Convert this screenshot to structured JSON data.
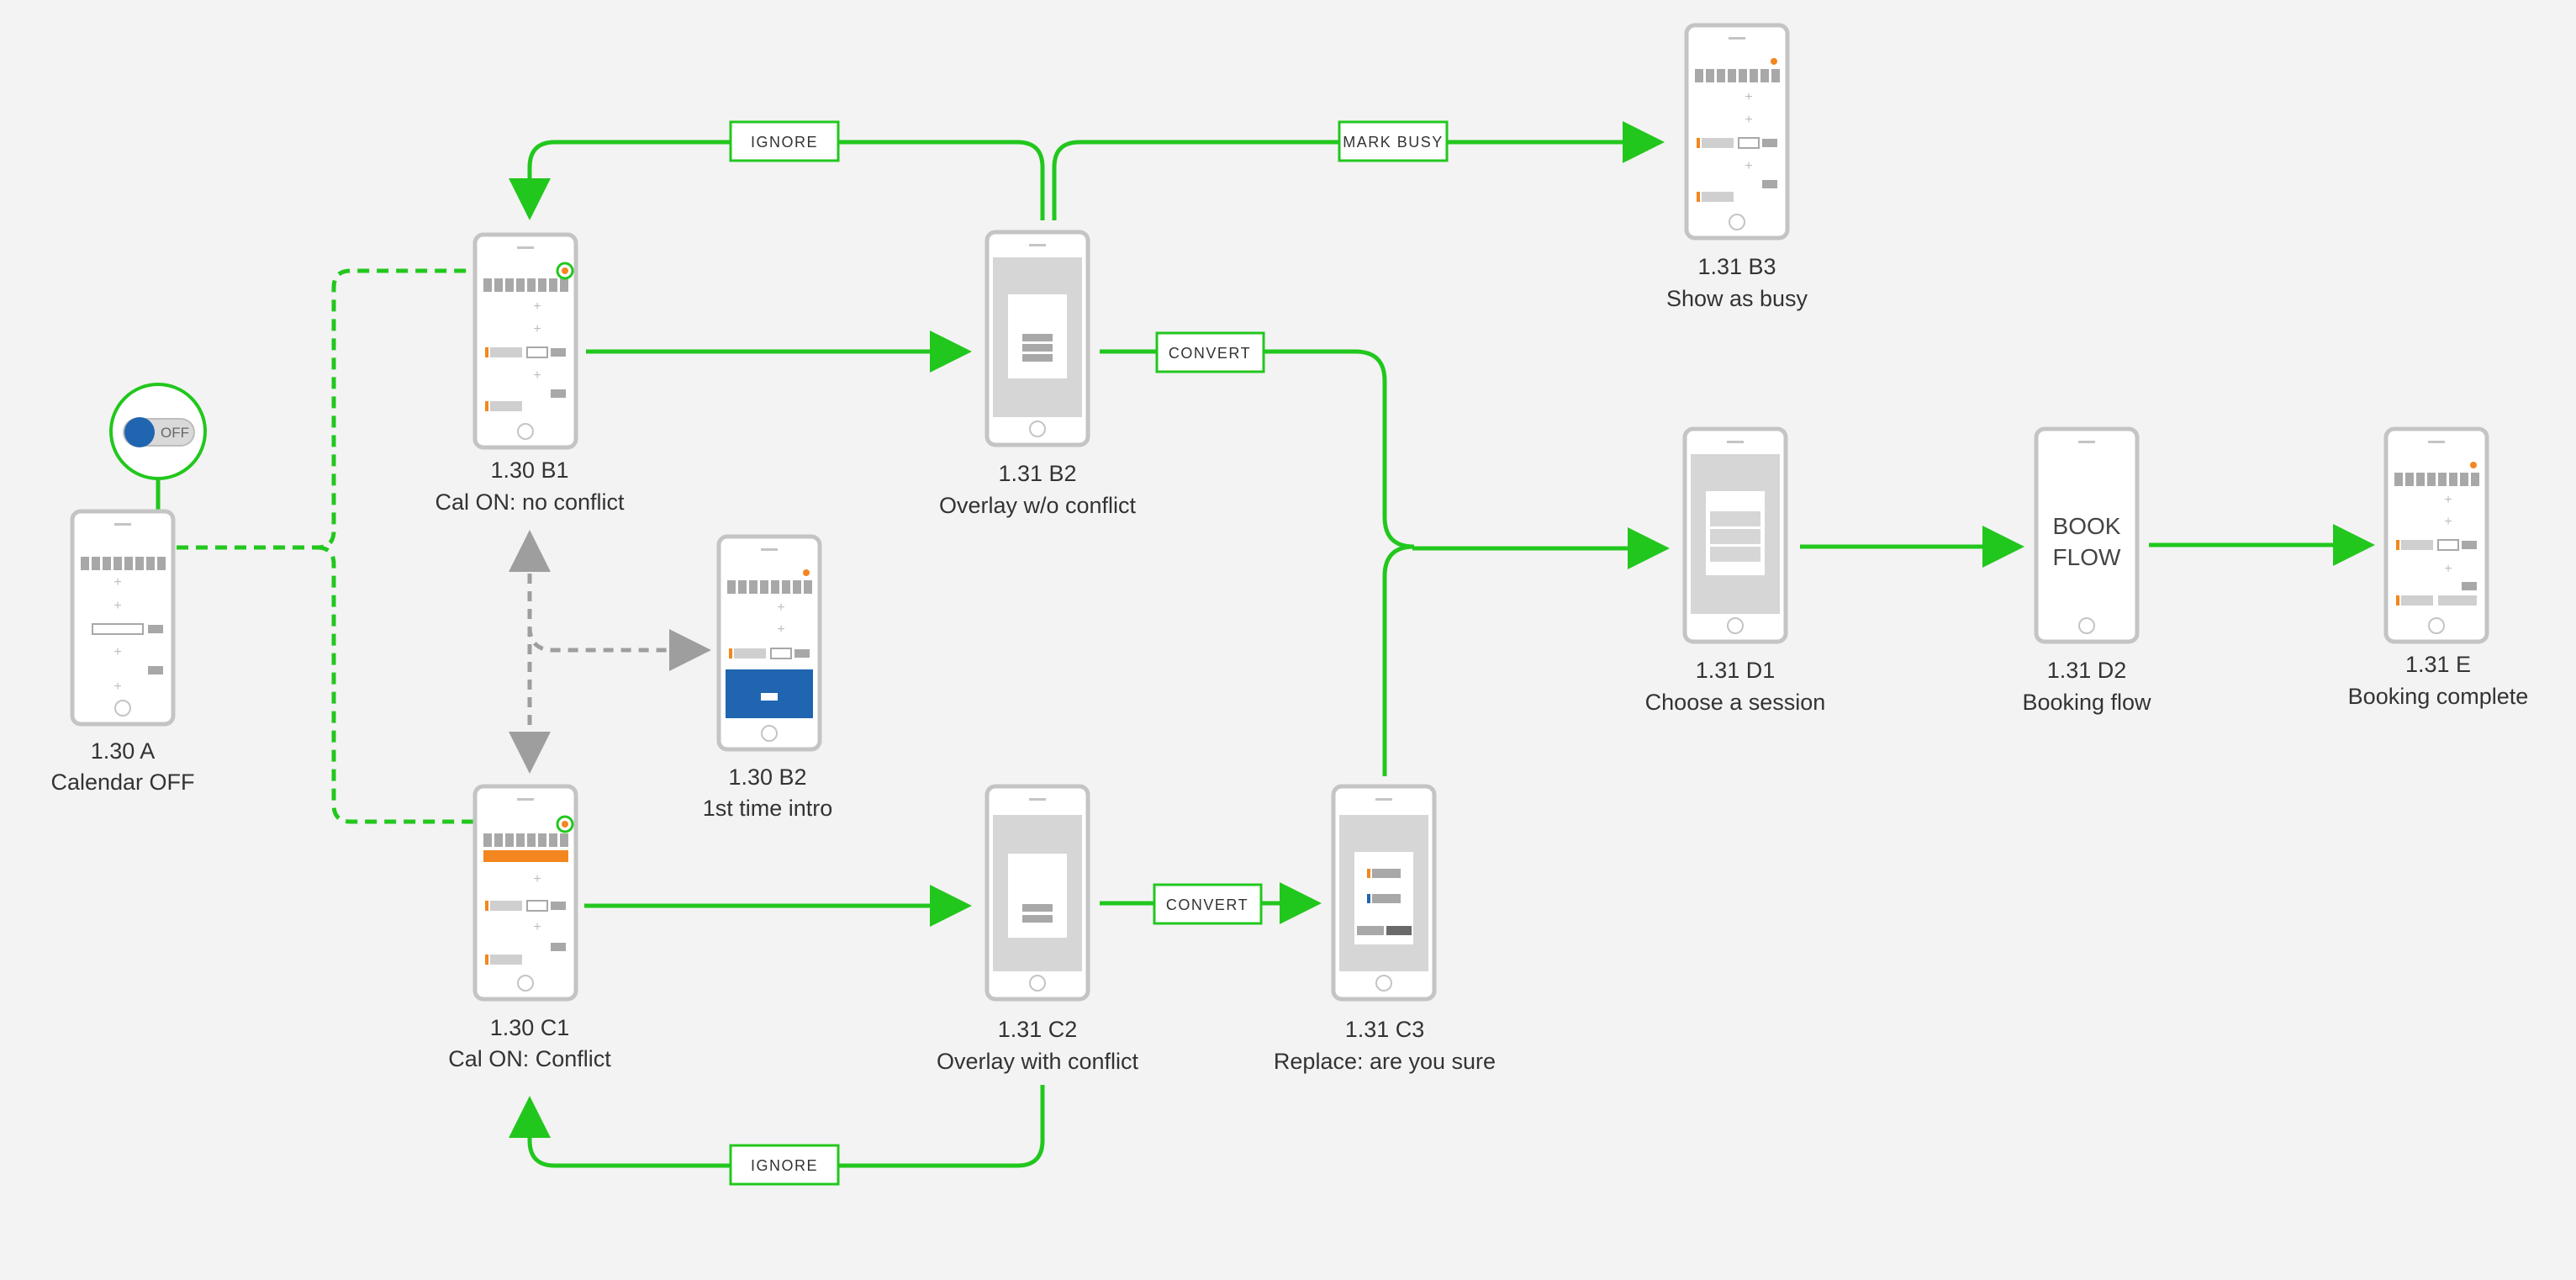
{
  "colors": {
    "background": "#f3f3f3",
    "flow_green": "#22c71d",
    "secondary_flow": "#9e9e9e",
    "phone_frame": "#c4c4c4",
    "block_gray": "#a8a8a8",
    "light_gray": "#cfcfcf",
    "accent_orange": "#f3861f",
    "accent_blue": "#1f65b0",
    "toggle_blue": "#1f65b0"
  },
  "toggle": {
    "label": "OFF"
  },
  "screens": {
    "a": {
      "id": "1.30 A",
      "title": "Calendar OFF"
    },
    "b1": {
      "id": "1.30 B1",
      "title": "Cal ON: no conflict"
    },
    "b2intro": {
      "id": "1.30 B2",
      "title": "1st time intro"
    },
    "c1": {
      "id": "1.30 C1",
      "title": "Cal ON: Conflict"
    },
    "b2": {
      "id": "1.31 B2",
      "title": "Overlay w/o conflict"
    },
    "b3": {
      "id": "1.31 B3",
      "title": "Show as busy"
    },
    "c2": {
      "id": "1.31 C2",
      "title": "Overlay with conflict"
    },
    "c3": {
      "id": "1.31 C3",
      "title": "Replace: are you sure"
    },
    "d1": {
      "id": "1.31 D1",
      "title": "Choose a session"
    },
    "d2": {
      "id": "1.31 D2",
      "title": "Booking flow",
      "content_line1": "BOOK",
      "content_line2": "FLOW"
    },
    "e": {
      "id": "1.31 E",
      "title": "Booking complete"
    }
  },
  "actions": {
    "ignore_top": "IGNORE",
    "mark_busy": "MARK BUSY",
    "convert_top": "CONVERT",
    "convert_bottom": "CONVERT",
    "ignore_bottom": "IGNORE"
  }
}
